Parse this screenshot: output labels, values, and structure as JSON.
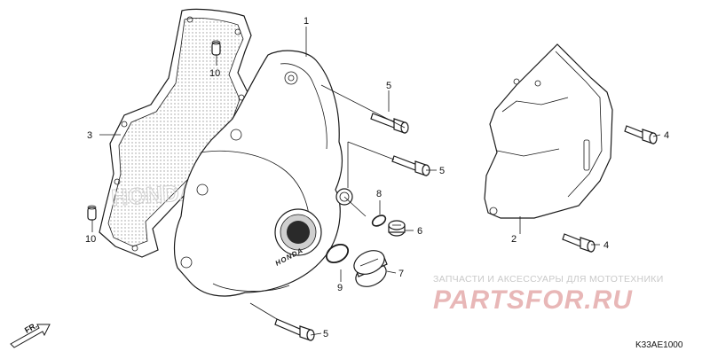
{
  "labels": {
    "p1": "1",
    "p2": "2",
    "p3": "3",
    "p4a": "4",
    "p4b": "4",
    "p5a": "5",
    "p5b": "5",
    "p5c": "5",
    "p6": "6",
    "p7": "7",
    "p8": "8",
    "p9": "9",
    "p10a": "10",
    "p10b": "10"
  },
  "direction_marker": "FR.",
  "cover_brand": "HONDA",
  "gasket_brand": "HONDA",
  "watermark": {
    "tagline": "ЗАПЧАСТИ И АКСЕССУАРЫ ДЛЯ МОТОТЕХНИКИ",
    "logo": "PARTSFOR.RU"
  },
  "diagram_code": "K33AE1000",
  "colors": {
    "line": "#1a1a1a",
    "gasket_fill": "#e6e6e6",
    "watermark_logo": "#e8b7b7",
    "watermark_tagline": "#c9c9c9"
  }
}
